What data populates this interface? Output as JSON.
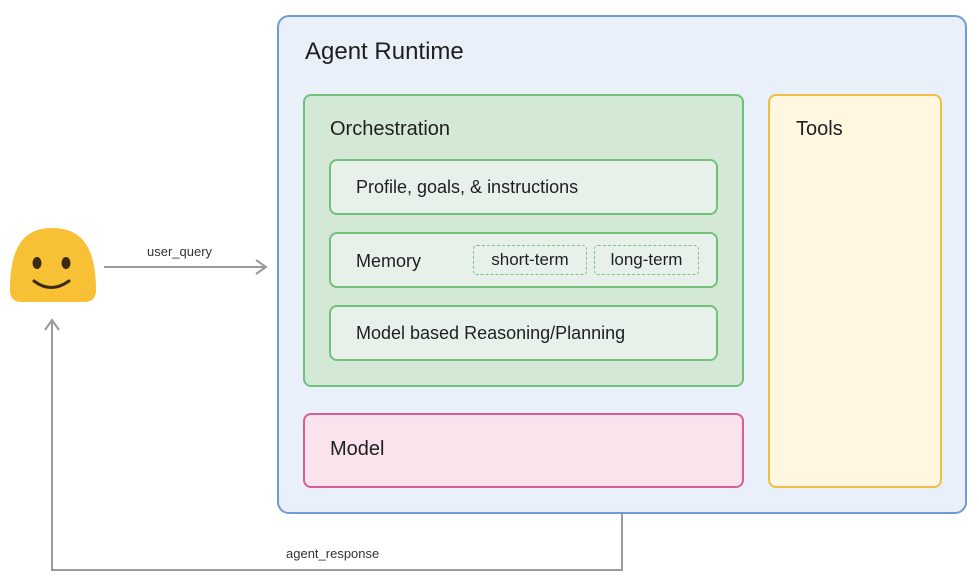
{
  "runtime": {
    "title": "Agent Runtime"
  },
  "orchestration": {
    "title": "Orchestration",
    "profile": "Profile, goals, & instructions",
    "memory": {
      "label": "Memory",
      "short_term": "short-term",
      "long_term": "long-term"
    },
    "reasoning": "Model based Reasoning/Planning"
  },
  "model": {
    "label": "Model"
  },
  "tools": {
    "label": "Tools"
  },
  "edges": {
    "query": "user_query",
    "response": "agent_response"
  },
  "user": {
    "icon": "smiley-face-icon"
  }
}
